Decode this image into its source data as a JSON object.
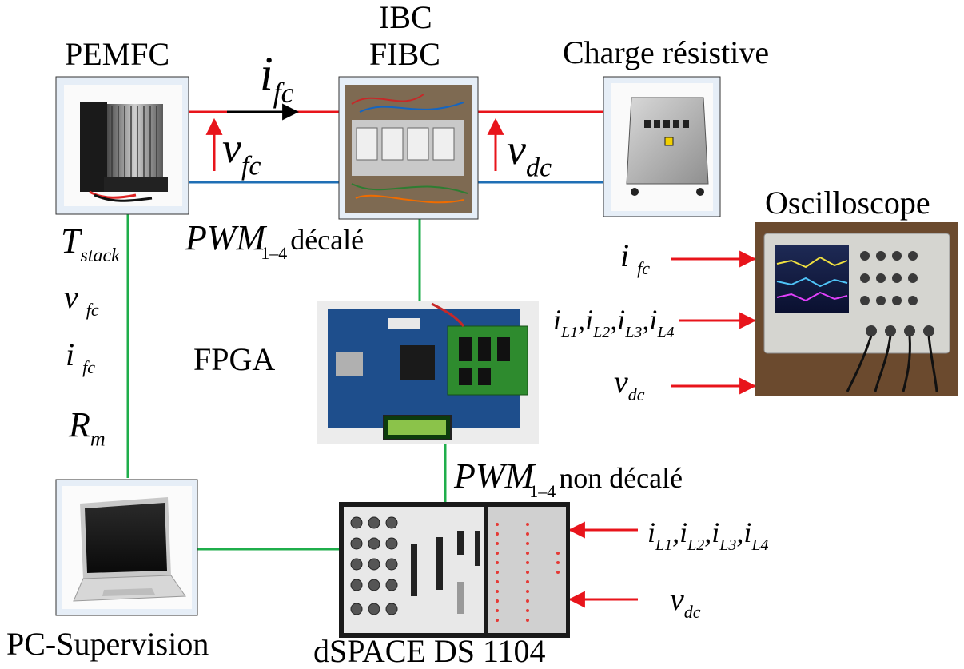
{
  "blocks": {
    "pemfc": {
      "title": "PEMFC"
    },
    "converter": {
      "title_line1": "IBC",
      "title_line2": "FIBC"
    },
    "load": {
      "title": "Charge résistive"
    },
    "oscilloscope": {
      "title": "Oscilloscope"
    },
    "fpga": {
      "title": "FPGA"
    },
    "pc": {
      "title": "PC-Supervision"
    },
    "dspace": {
      "title": "dSPACE DS 1104"
    }
  },
  "signals": {
    "i_fc": {
      "base": "i",
      "sub": "fc"
    },
    "v_fc": {
      "base": "v",
      "sub": "fc"
    },
    "v_dc": {
      "base": "v",
      "sub": "dc"
    },
    "t_stack": {
      "base": "T",
      "sub": "stack"
    },
    "r_m": {
      "base": "R",
      "sub": "m"
    },
    "pwm_top": {
      "base": "PWM",
      "sub": "1–4",
      "suffix": "décalé"
    },
    "pwm_bottom": {
      "base": "PWM",
      "sub": "1–4",
      "suffix": "non décalé"
    },
    "inductor_currents": {
      "bases": [
        "i",
        "i",
        "i",
        "i"
      ],
      "subs": [
        "L1",
        "L2",
        "L3",
        "L4"
      ],
      "sep": ","
    }
  },
  "colors": {
    "positive_wire": "#e8141b",
    "negative_wire": "#1f6fb5",
    "comm_wire": "#1fae4b",
    "current_arrow": "#000000",
    "measure_arrow": "#e8141b"
  }
}
